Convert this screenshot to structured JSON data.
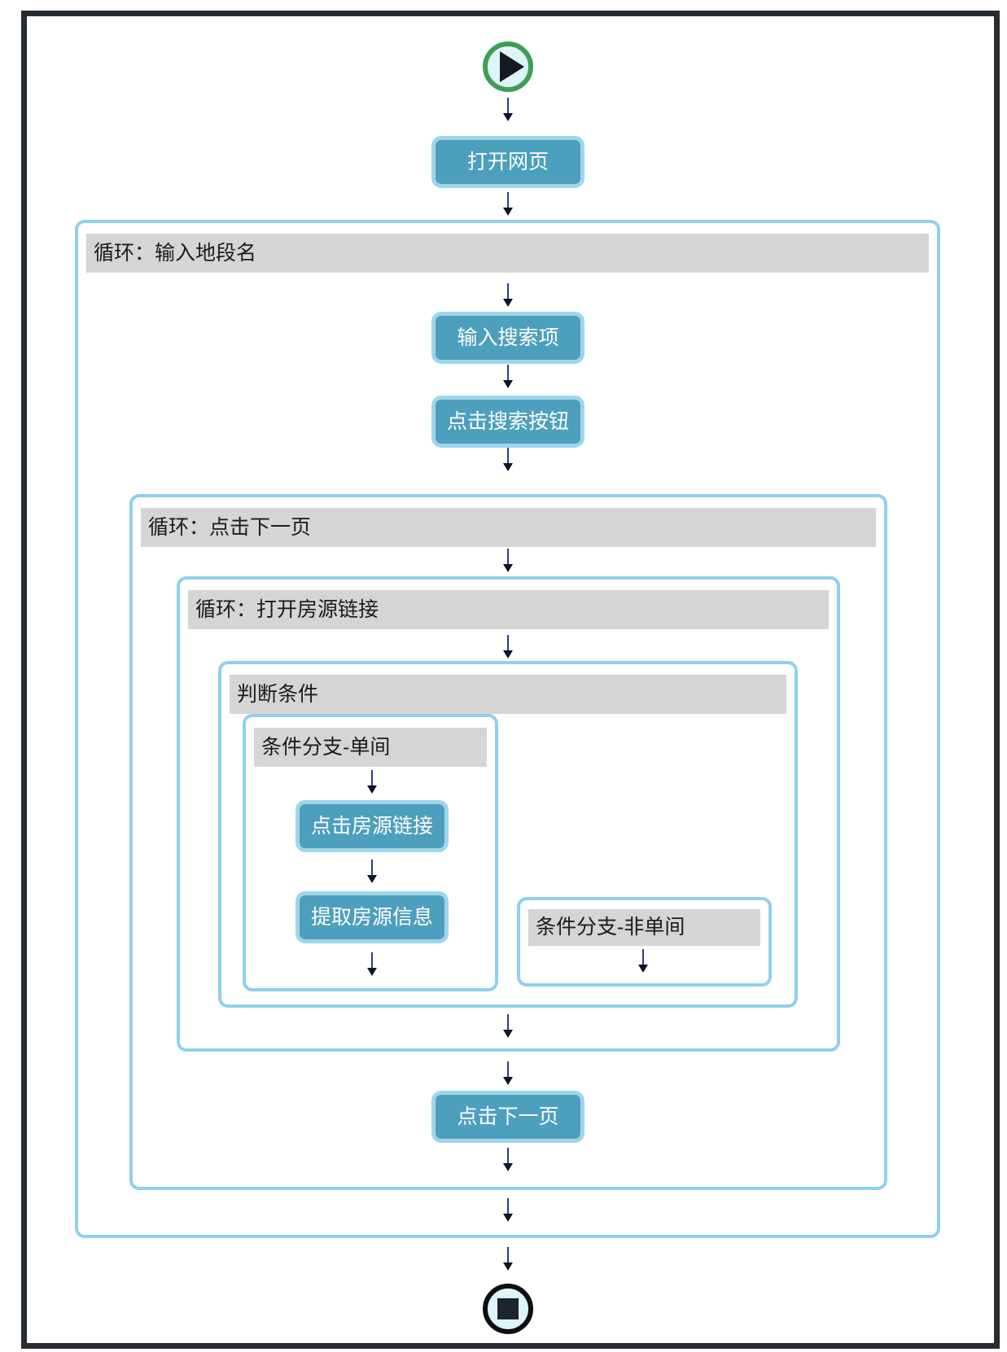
{
  "diagram": {
    "icons": {
      "start": "start-icon",
      "stop": "stop-icon"
    },
    "containers": {
      "loop_district": "循环：输入地段名",
      "loop_next_page": "循环：点击下一页",
      "loop_open_listing": "循环：打开房源链接",
      "condition": "判断条件",
      "branch_single": "条件分支-单间",
      "branch_not_single": "条件分支-非单间"
    },
    "nodes": {
      "open_page": "打开网页",
      "input_search": "输入搜索项",
      "click_search": "点击搜索按钮",
      "click_listing": "点击房源链接",
      "extract_info": "提取房源信息",
      "click_next": "点击下一页"
    },
    "colors": {
      "node_fill": "#4d9fbe",
      "node_glow": "#9dd6eb",
      "container_border": "#8fd0ec",
      "header_bg": "#d5d5d5",
      "start_ring_green": "#3f9e53",
      "frame_black": "#272c33",
      "arrow_blue": "#2e3c8c"
    }
  }
}
